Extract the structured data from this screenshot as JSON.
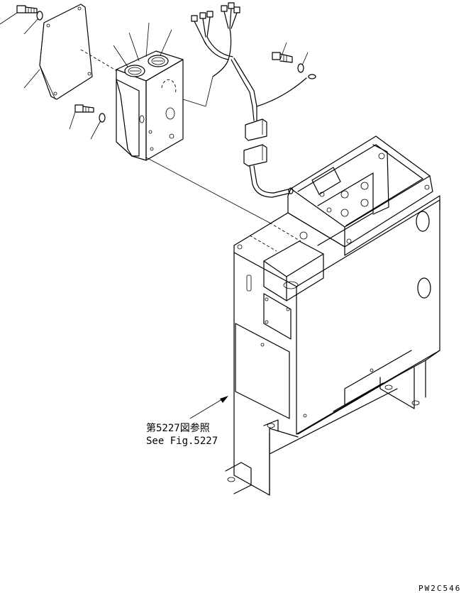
{
  "reference": {
    "label_jp": "第5227図参照",
    "label_en": "See Fig.5227"
  },
  "figure_code": "PW2C546"
}
